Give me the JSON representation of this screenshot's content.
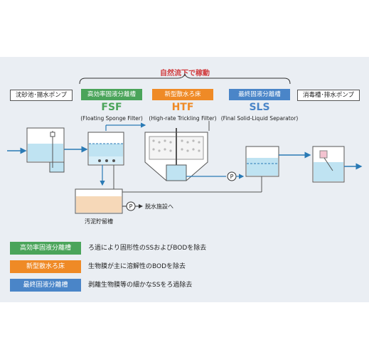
{
  "header": {
    "gravity_label": "自然流下で稼動"
  },
  "stages": {
    "left": "沈砂池･揚水ポンプ",
    "fsf": {
      "tag": "高効率固液分離槽",
      "abbr": "FSF",
      "full": "(Floating Sponge Filter)"
    },
    "htf": {
      "tag": "新型散水ろ床",
      "abbr": "HTF",
      "full": "(High-rate Trickling Filter)"
    },
    "sls": {
      "tag": "最終固液分離槽",
      "abbr": "SLS",
      "full": "(Final Solid-Liquid Separator)"
    },
    "right": "消毒槽･排水ポンプ"
  },
  "process": {
    "sludge_tank": "汚泥貯留槽",
    "dewatering": "脱水施設へ",
    "pump_symbol": "P"
  },
  "legend": [
    {
      "tag": "高効率固液分離槽",
      "text": "ろ過により固形性のSSおよびBODを除去"
    },
    {
      "tag": "新型散水ろ床",
      "text": "生物膜が主に溶解性のBODを除去"
    },
    {
      "tag": "最終固液分離槽",
      "text": "剥離生物膜等の細かなSSをろ過除去"
    }
  ],
  "colors": {
    "green": "#4aa45a",
    "orange": "#ef8a26",
    "blue": "#4a85c8",
    "red": "#d0393b"
  }
}
